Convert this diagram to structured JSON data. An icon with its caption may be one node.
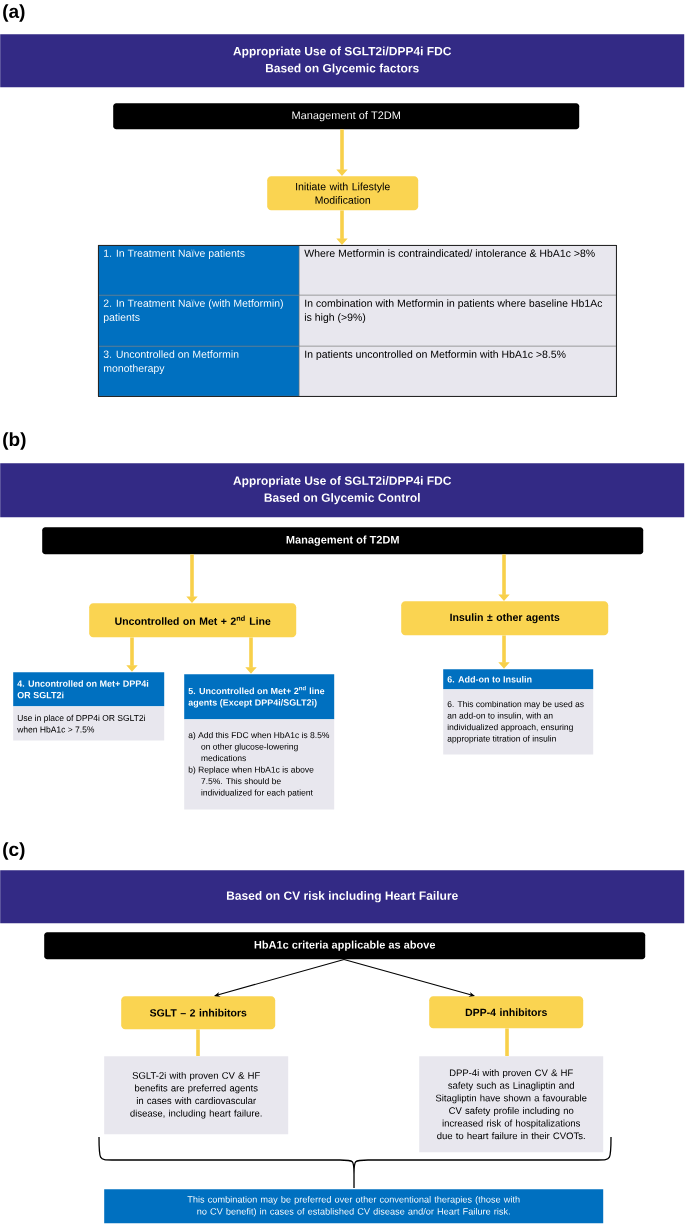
{
  "diagram": {
    "nodes": [
      {
        "text": [
          "Appropriate Use of SGLT2i/DPP4i FDC",
          "Based on Glycemic factors"
        ]
      },
      {
        "text": [
          "Management of T2DM"
        ]
      },
      {
        "text": [
          "Initiate with Lifestyle Modification"
        ]
      },
      {
        "text": [],
        "shape": "box"
      },
      {
        "text": [
          "1. In Treatment Naïve patients"
        ],
        "in": 3
      },
      {
        "text": [
          "Where Metformin is contraindicated/ intolerance & HbA1c >8%"
        ],
        "in": 3
      },
      {
        "text": [
          "2. In Treatment Naïve (with Metformin) patients"
        ],
        "in": 3
      },
      {
        "text": [
          "In combination with Metformin in patients where baseline Hb1Ac is high (>9%)"
        ],
        "in": 3
      },
      {
        "text": [
          "3. Uncontrolled on Metformin monotherapy"
        ],
        "in": 3
      },
      {
        "text": [
          "In patients uncontrolled on Metformin with HbA1c >8.5%"
        ],
        "in": 3
      },
      {
        "text": [
          "Appropriate Use of SGLT2i/DPP4i FDC",
          "Based on Glycemic Control"
        ]
      },
      {
        "text": [
          "Management of T2DM"
        ]
      },
      {
        "text": [
          "Uncontrolled on Met + 2$^{nd}$ Line"
        ]
      },
      {
        "text": [
          "Insulin ± other agents"
        ]
      },
      {
        "text": [
          "4. Uncontrolled on Met+ DPP4i OR SGLT2i",
          "Use in place of DPP4i OR SGLT2i when HbA1c > 7.5%"
        ]
      },
      {
        "text": [
          "5. Uncontrolled on Met+ 2$^{nd}$ line agents (Except DPP4i/SGLT2i)",
          "a) Add this FDC when HbA1c is 8.5% on other glucose-lowering medications",
          "b) Replace when HbA1c is above 7.5%. This should be individualized for each patient"
        ]
      },
      {
        "text": [
          "6. Add-on to Insulin",
          "6. This combination may be used as an add-on to insulin, with an individualized approach, ensuring appropriate titration of insulin"
        ]
      },
      {
        "text": [
          "Based on CV risk including Heart Failure"
        ]
      },
      {
        "text": [
          "HbA1c criteria applicable as above"
        ]
      },
      {
        "text": [
          "SGLT – 2 inhibitors"
        ]
      },
      {
        "text": [
          "DPP-4 inhibitors"
        ]
      },
      {
        "text": [
          "SGLT-2i with proven CV & HF benefits are preferred agents in cases with cardiovascular disease, including heart failure."
        ]
      },
      {
        "text": [
          "DPP-4i with proven CV & HF safety such as Linagliptin and Sitagliptin have shown a favourable CV safety profile including no increased risk of hospitalizations due to heart failure in their CVOTs."
        ]
      },
      {
        "text": [
          "This combination may be preferred over other conventional therapies (those with no CV benefit) in cases of established CV disease and/or Heart Failure risk."
        ]
      }
    ],
    "edges": [
      {
        "from": 1,
        "to": 2,
        "arrow": "to"
      },
      {
        "from": 2,
        "to": 3,
        "arrow": "to"
      },
      {
        "from": 11,
        "to": 12,
        "arrow": "to"
      },
      {
        "from": 11,
        "to": 13,
        "arrow": "to"
      },
      {
        "from": 12,
        "to": 14,
        "arrow": "to"
      },
      {
        "from": 12,
        "to": 15,
        "arrow": "to"
      },
      {
        "from": 13,
        "to": 16,
        "arrow": "to"
      },
      {
        "from": 18,
        "to": 19,
        "arrow": "to",
        "color": "#000000"
      },
      {
        "from": 18,
        "to": 20,
        "arrow": "to",
        "color": "#000000"
      },
      {
        "from": 19,
        "to": 21,
        "arrow": "none"
      },
      {
        "from": 20,
        "to": 22,
        "arrow": "none"
      }
    ],
    "labels": [
      "(a)",
      "(b)",
      "(c)"
    ]
  }
}
